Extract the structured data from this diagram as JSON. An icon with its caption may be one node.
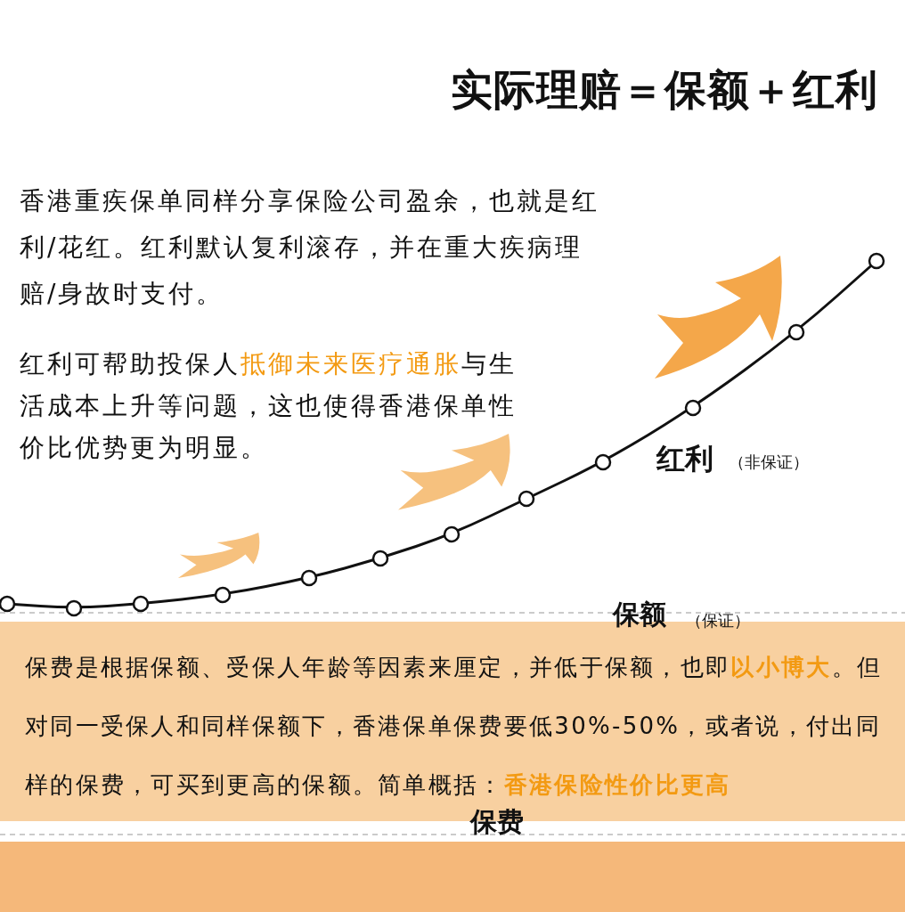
{
  "diagram": {
    "title": "实际理赔＝保额＋红利",
    "nodes": [
      {
        "text": [
          "保额",
          "（保证）",
          "保费是根据保额、受保人年龄等因素来厘定，并低于保额，也即**以小博大**。但对同一受保人和同样保额下，香港保单保费要低30%-50%，或者说，付出同样的保费，可买到更高的保额。简单概括：**香港保险性价比更高**"
        ]
      },
      {
        "text": [
          "保费"
        ]
      }
    ],
    "edges": [],
    "labels": [
      "香港重疾保单同样分享保险公司盈余，也就是红利/花红。红利默认复利滚存，并在重大疾病理赔/身故时支付。",
      "红利可帮助投保人**抵御未来医疗通胀**与生活成本上升等问题，这也使得香港保单性价比优势更为明显。",
      "红利",
      "（非保证）"
    ]
  }
}
